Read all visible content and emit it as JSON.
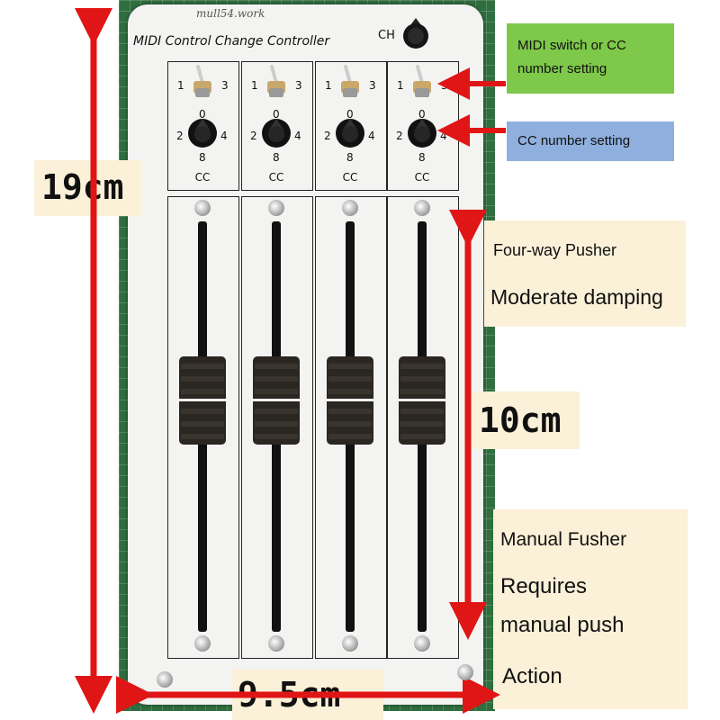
{
  "panel": {
    "brand": "mull54.work",
    "title": "MIDI Control Change Controller",
    "ch_label": "CH"
  },
  "channels": [
    {
      "switch_labels": [
        "1",
        "3"
      ],
      "knob_labels": [
        "0",
        "2",
        "4",
        "8"
      ],
      "cc_label": "CC",
      "fader_level": 0.58
    },
    {
      "switch_labels": [
        "1",
        "3"
      ],
      "knob_labels": [
        "0",
        "2",
        "4",
        "8"
      ],
      "cc_label": "CC",
      "fader_level": 0.58
    },
    {
      "switch_labels": [
        "1",
        "3"
      ],
      "knob_labels": [
        "0",
        "2",
        "4",
        "8"
      ],
      "cc_label": "CC",
      "fader_level": 0.58
    },
    {
      "switch_labels": [
        "1",
        "3"
      ],
      "knob_labels": [
        "0",
        "2",
        "4",
        "8"
      ],
      "cc_label": "CC",
      "fader_level": 0.58
    }
  ],
  "callouts": {
    "midi_switch": "MIDI switch or CC number setting",
    "cc_setting": "CC number setting",
    "four_way_title": "Four-way Pusher",
    "four_way_desc": "Moderate damping",
    "manual_line1": "Manual Fusher",
    "manual_line2": "Requires",
    "manual_line3": "manual push",
    "manual_line4": "Action"
  },
  "dimensions": {
    "height": "19cm",
    "fader_travel": "10cm",
    "width": "9.5cm"
  },
  "colors": {
    "arrow": "#e01515",
    "green_callout": "#7ec84a",
    "blue_callout": "#8fb0de",
    "cream_callout": "#fbf0d8"
  }
}
